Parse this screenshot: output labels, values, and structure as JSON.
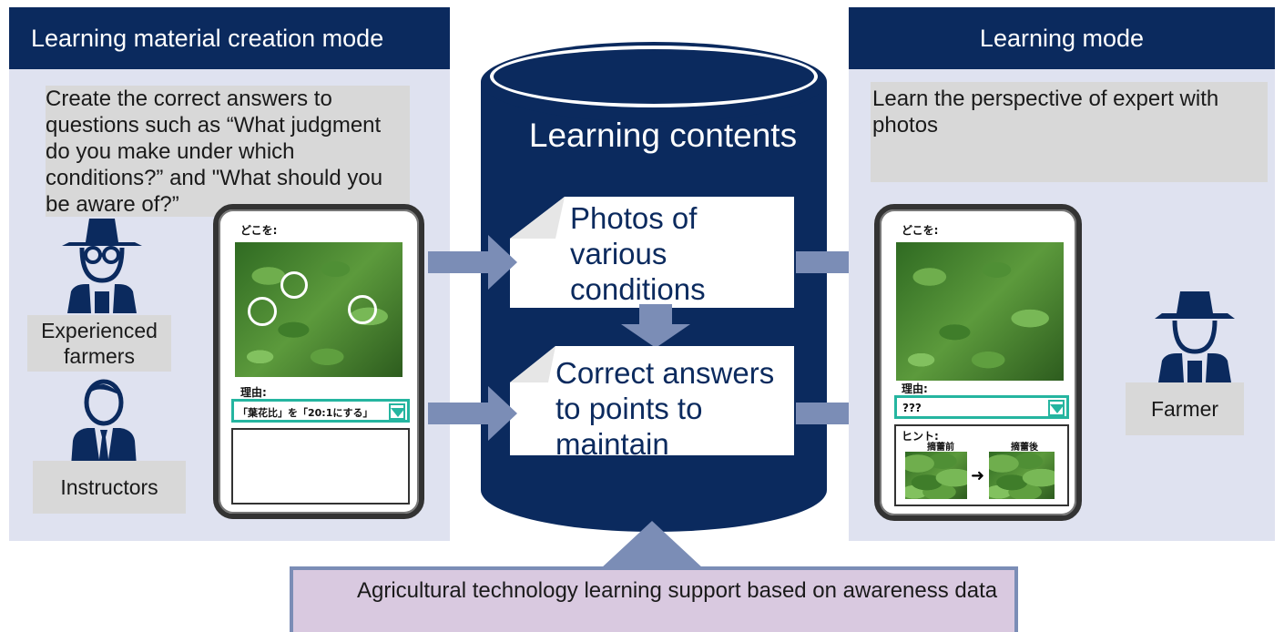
{
  "left": {
    "header": "Learning material creation mode",
    "description": "Create the correct answers to questions such as “What judgment do you make under which conditions?” and \"What should you be aware of?”",
    "persons": [
      {
        "label": "Experienced farmers",
        "icon": "farmer-with-glasses-icon"
      },
      {
        "label": "Instructors",
        "icon": "instructor-icon"
      }
    ],
    "tablet": {
      "where_label": "どこを:",
      "reason_label": "理由:",
      "reason_value": "「葉花比」を「20:1にする」"
    }
  },
  "center": {
    "title": "Learning contents",
    "note1": "Photos of various conditions",
    "note2": "Correct answers to points to maintain"
  },
  "right": {
    "header": "Learning mode",
    "description": "Learn the perspective of expert with photos",
    "person": {
      "label": "Farmer",
      "icon": "farmer-icon"
    },
    "tablet": {
      "where_label": "どこを:",
      "reason_label": "理由:",
      "reason_value": "???",
      "hint_label": "ヒント:",
      "before_label": "摘蕾前",
      "after_label": "摘蕾後"
    }
  },
  "bottom": {
    "label": "Agricultural technology learning support based on awareness data"
  },
  "colors": {
    "navy": "#0b2a5e",
    "panel": "#dfe2f0",
    "arrow": "#7b8db6",
    "bottom_box": "#d9c9e0"
  }
}
